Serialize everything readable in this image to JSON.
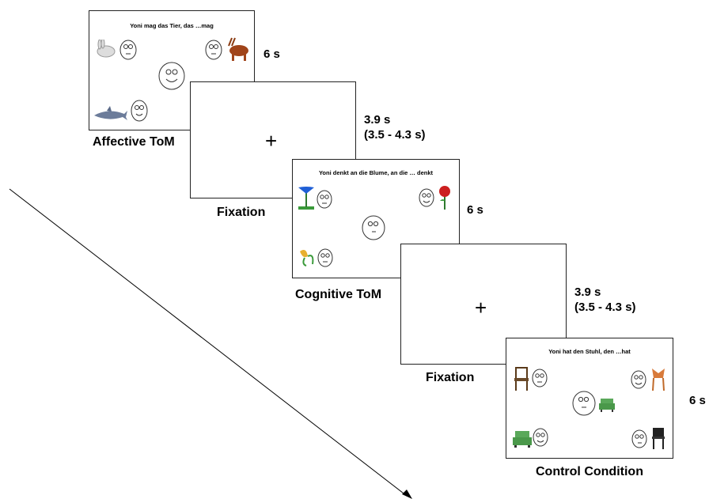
{
  "trials": [
    {
      "name": "affective",
      "sentence": "Yoni mag das Tier, das …mag",
      "label": "Affective ToM",
      "duration": "6 s"
    },
    {
      "name": "fixation-1",
      "cross": "+",
      "label": "Fixation",
      "duration": "3.9 s\n(3.5 - 4.3 s)"
    },
    {
      "name": "cognitive",
      "sentence": "Yoni denkt an die Blume, an die … denkt",
      "label": "Cognitive ToM",
      "duration": "6 s"
    },
    {
      "name": "fixation-2",
      "cross": "+",
      "label": "Fixation",
      "duration": "3.9 s\n(3.5 - 4.3 s)"
    },
    {
      "name": "control",
      "sentence": "Yoni hat den Stuhl, den …hat",
      "label": "Control Condition",
      "duration": "6 s"
    }
  ],
  "icons": {
    "affective": [
      "rabbit-icon",
      "shark-icon",
      "deer-icon",
      "smiley-face-icon"
    ],
    "cognitive": [
      "blue-flower-icon",
      "red-rose-icon",
      "yellow-flower-icon",
      "neutral-face-icon"
    ],
    "control": [
      "wooden-chair-icon",
      "green-armchair-icon",
      "orange-chair-icon",
      "black-chair-icon",
      "neutral-face-icon"
    ]
  },
  "colors": {
    "frame_border": "#222222",
    "text": "#000000",
    "rose": "#cc1f1f",
    "armchair": "#5aa85a",
    "blue_flower": "#1f5fd6"
  }
}
